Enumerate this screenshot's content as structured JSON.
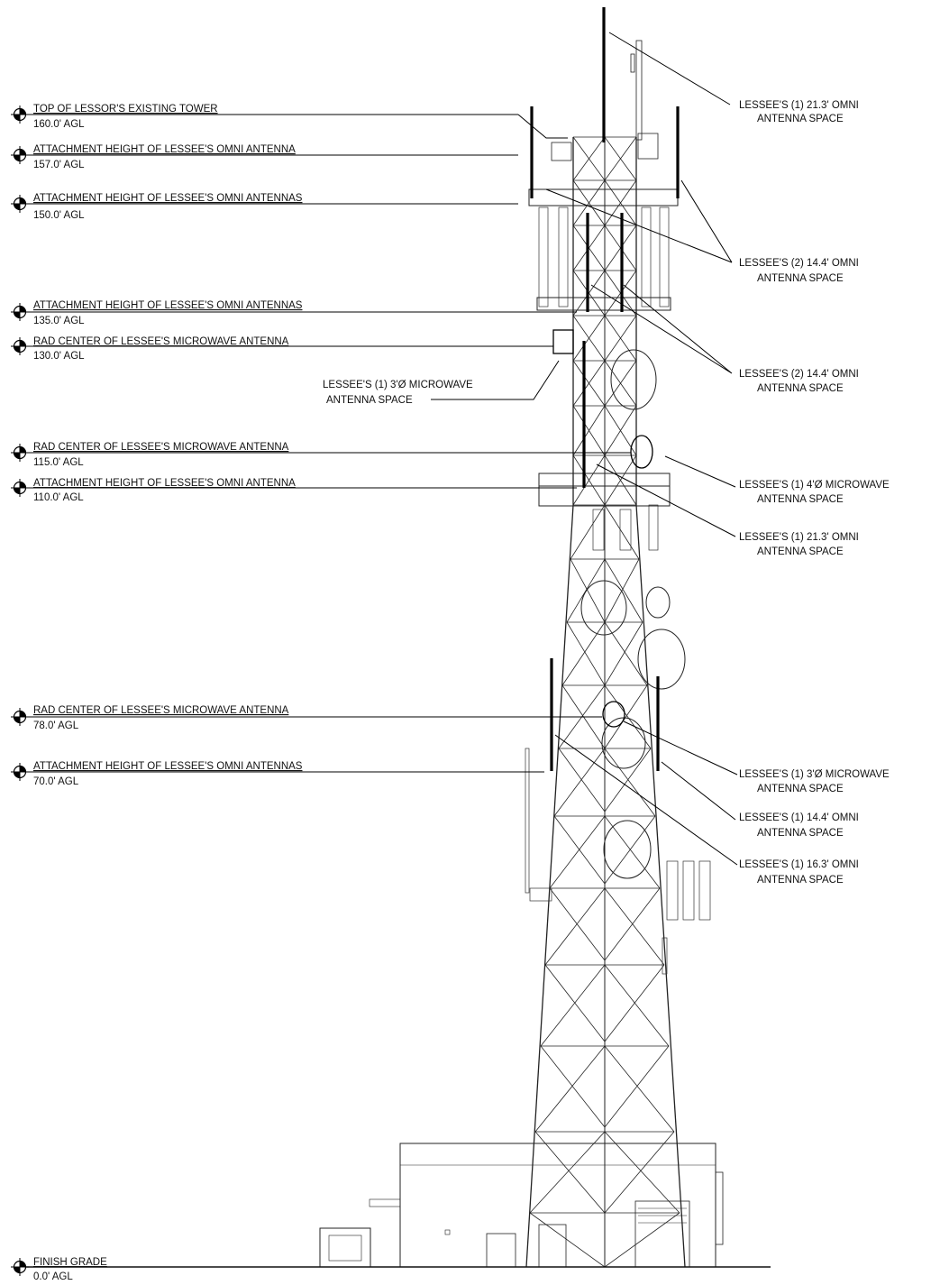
{
  "elevations": [
    {
      "title": "TOP OF LESSOR'S EXISTING TOWER",
      "value": "160.0' AGL"
    },
    {
      "title": "ATTACHMENT HEIGHT OF LESSEE'S OMNI ANTENNA",
      "value": "157.0' AGL"
    },
    {
      "title": "ATTACHMENT HEIGHT OF LESSEE'S OMNI ANTENNAS",
      "value": "150.0' AGL"
    },
    {
      "title": "ATTACHMENT HEIGHT OF LESSEE'S OMNI ANTENNAS",
      "value": "135.0' AGL"
    },
    {
      "title": "RAD CENTER OF LESSEE'S MICROWAVE ANTENNA",
      "value": "130.0' AGL"
    },
    {
      "title": "RAD CENTER OF LESSEE'S MICROWAVE ANTENNA",
      "value": "115.0' AGL"
    },
    {
      "title": "ATTACHMENT HEIGHT OF LESSEE'S OMNI ANTENNA",
      "value": "110.0' AGL"
    },
    {
      "title": "RAD CENTER OF LESSEE'S MICROWAVE ANTENNA",
      "value": "78.0' AGL"
    },
    {
      "title": "ATTACHMENT HEIGHT OF LESSEE'S OMNI ANTENNAS",
      "value": "70.0' AGL"
    },
    {
      "title": "FINISH GRADE",
      "value": "0.0' AGL"
    }
  ],
  "callouts": [
    {
      "line1": "LESSEE'S (1) 21.3' OMNI",
      "line2": "ANTENNA SPACE"
    },
    {
      "line1": "LESSEE'S (2) 14.4' OMNI",
      "line2": "ANTENNA SPACE"
    },
    {
      "line1": "LESSEE'S (2) 14.4' OMNI",
      "line2": "ANTENNA SPACE"
    },
    {
      "line1": "LESSEE'S (1) 3'Ø MICROWAVE",
      "line2": "ANTENNA SPACE"
    },
    {
      "line1": "LESSEE'S (1) 4'Ø MICROWAVE",
      "line2": "ANTENNA SPACE"
    },
    {
      "line1": "LESSEE'S (1) 21.3' OMNI",
      "line2": "ANTENNA SPACE"
    },
    {
      "line1": "LESSEE'S (1) 3'Ø MICROWAVE",
      "line2": "ANTENNA SPACE"
    },
    {
      "line1": "LESSEE'S (1) 14.4' OMNI",
      "line2": "ANTENNA SPACE"
    },
    {
      "line1": "LESSEE'S (1) 16.3' OMNI",
      "line2": "ANTENNA SPACE"
    }
  ]
}
